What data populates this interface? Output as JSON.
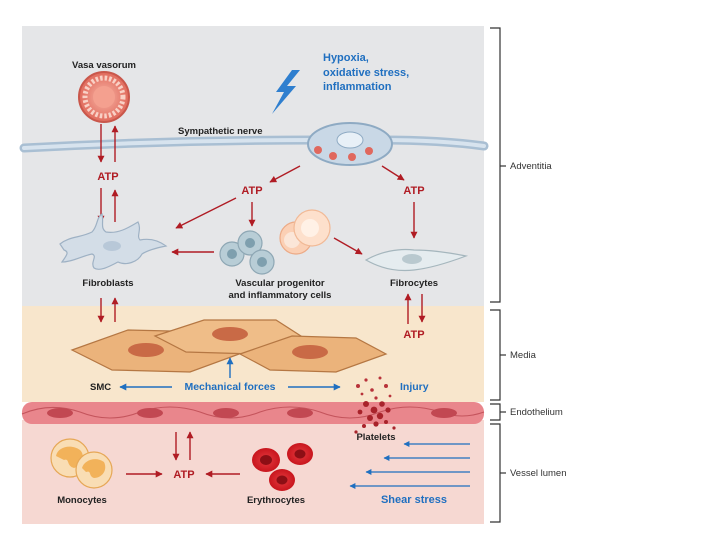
{
  "labels": {
    "vasa_vasorum": "Vasa vasorum",
    "hypoxia_line1": "Hypoxia,",
    "hypoxia_line2": "oxidative stress,",
    "hypoxia_line3": "inflammation",
    "sympathetic_nerve": "Sympathetic nerve",
    "atp": "ATP",
    "fibroblasts": "Fibroblasts",
    "vascular_progenitor_line1": "Vascular progenitor",
    "vascular_progenitor_line2": "and inflammatory cells",
    "fibrocytes": "Fibrocytes",
    "smc": "SMC",
    "mechanical_forces": "Mechanical forces",
    "injury": "Injury",
    "platelets": "Platelets",
    "monocytes": "Monocytes",
    "erythrocytes": "Erythrocytes",
    "shear_stress": "Shear stress"
  },
  "layers": {
    "adventitia": "Adventitia",
    "media": "Media",
    "endothelium": "Endothelium",
    "vessel_lumen": "Vessel lumen"
  },
  "colors": {
    "adventitia_bg": "#e5e6e8",
    "media_bg": "#f8e6cc",
    "lumen_bg": "#f6d8d2",
    "endothelium": "#e9868c",
    "arrow_red": "#b01c24",
    "arrow_blue": "#1f6fc0"
  }
}
